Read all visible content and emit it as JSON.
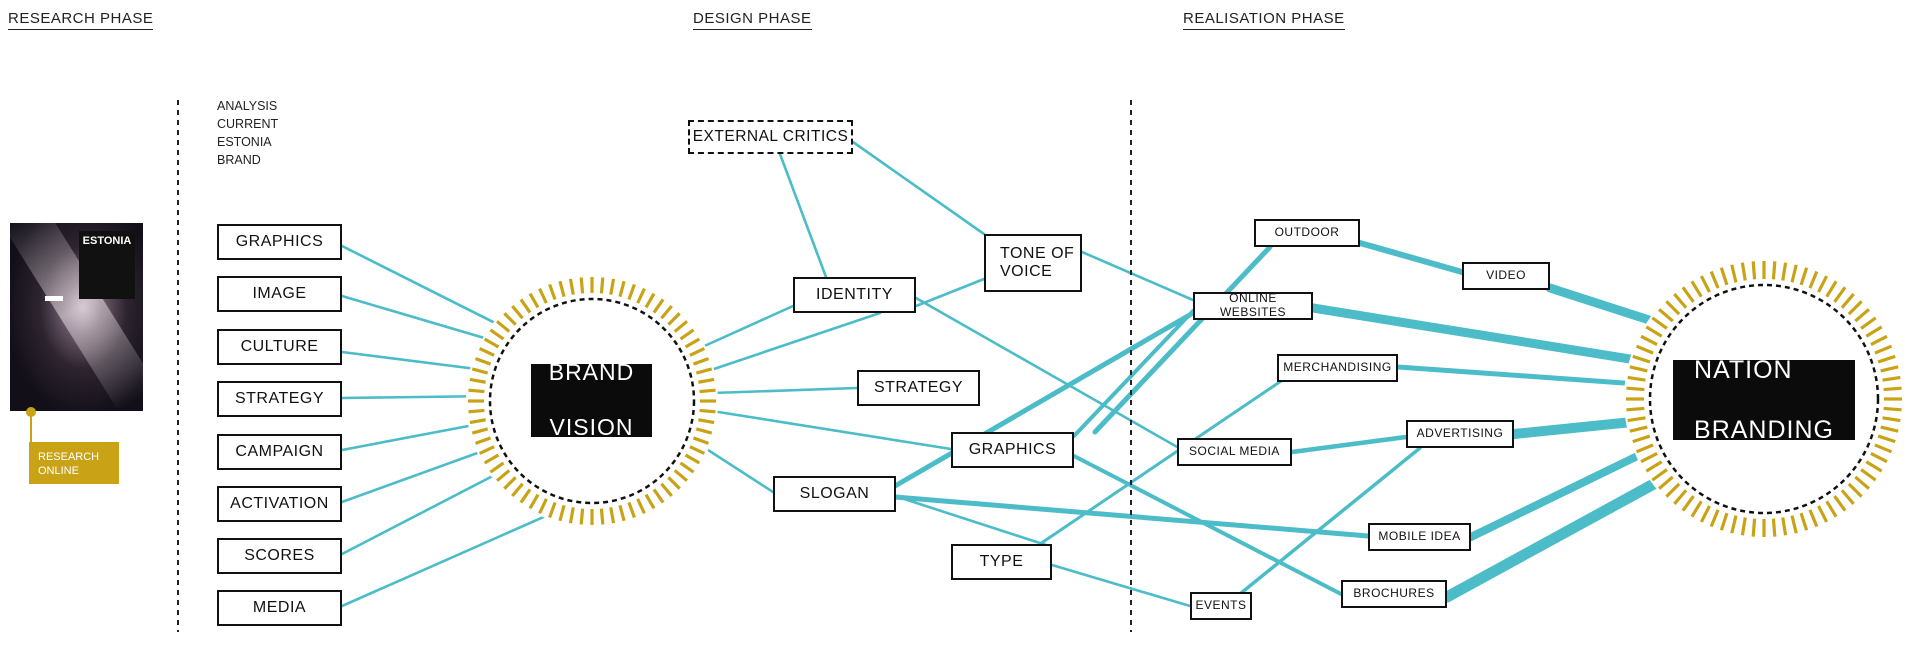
{
  "phases": {
    "research": "RESEARCH PHASE",
    "design": "DESIGN PHASE",
    "realisation": "REALISATION PHASE"
  },
  "analysis_note": [
    "ANALYSIS",
    "CURRENT",
    "ESTONIA",
    "BRAND"
  ],
  "photo": {
    "label": "ESTONIA"
  },
  "research_tag": {
    "line1": "RESEARCH",
    "line2": "ONLINE"
  },
  "brand_vision": {
    "line1": "BRAND",
    "line2": "VISION"
  },
  "nation_branding": {
    "line1": "NATION",
    "line2": "BRANDING"
  },
  "inputs": [
    "GRAPHICS",
    "IMAGE",
    "CULTURE",
    "STRATEGY",
    "CAMPAIGN",
    "ACTIVATION",
    "SCORES",
    "MEDIA"
  ],
  "design_nodes": {
    "external_critics": "EXTERNAL CRITICS",
    "identity": "IDENTITY",
    "tone_of_voice": "TONE OF\nVOICE",
    "strategy": "STRATEGY",
    "graphics": "GRAPHICS",
    "slogan": "SLOGAN",
    "type": "TYPE"
  },
  "realisation_nodes": {
    "outdoor": "OUTDOOR",
    "video": "VIDEO",
    "online_websites": "ONLINE WEBSITES",
    "merchandising": "MERCHANDISING",
    "social_media": "SOCIAL MEDIA",
    "advertising": "ADVERTISING",
    "mobile_idea": "MOBILE IDEA",
    "events": "EVENTS",
    "brochures": "BROCHURES"
  },
  "colors": {
    "connector": "#4bbcc8",
    "sunburst": "#c9a315",
    "box_border": "#111111",
    "core_fill": "#0b0b0b",
    "research_tag": "#c9a315"
  }
}
